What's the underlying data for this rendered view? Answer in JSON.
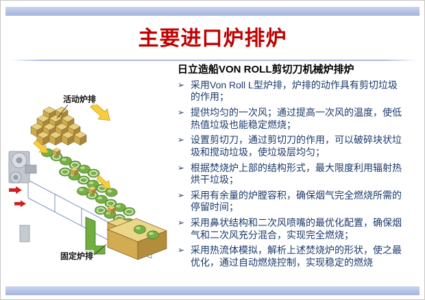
{
  "slide": {
    "title": "主要进口炉排炉",
    "heading": "日立造船VON ROLL剪切刀机械炉排炉",
    "bullet_char": "➢",
    "bullets": [
      "采用Von Roll L型炉排，炉排的动作具有剪切垃圾的作用；",
      "提供均匀的一次风；通过提高一次风的温度，使低热值垃圾也能稳定燃烧；",
      "设置剪切刀，通过剪切刀的作用，可以破碎块状垃圾和搅动垃圾，使垃圾层均匀；",
      "根据焚烧炉上部的结构形式，最大限度利用辐射热烘干垃圾；",
      "采用有余量的炉膛容积，确保烟气完全燃烧所需的停留时间；",
      "采用鼻状结构和二次风喷嘴的最优化配置，确保烟气和二次风充分混合，实现完全燃烧；",
      "采用热流体模拟，解析上述焚烧炉的形状，使之最优化，通过自动燃烧控制，实现稳定的燃烧"
    ],
    "diagram": {
      "movable_grate_label": "活动炉排",
      "fixed_grate_label": "固定炉排"
    },
    "colors": {
      "title_red": "#c00000",
      "accent_blue": "#a9b9e2",
      "body_text_blue": "#1b3a6b"
    }
  }
}
